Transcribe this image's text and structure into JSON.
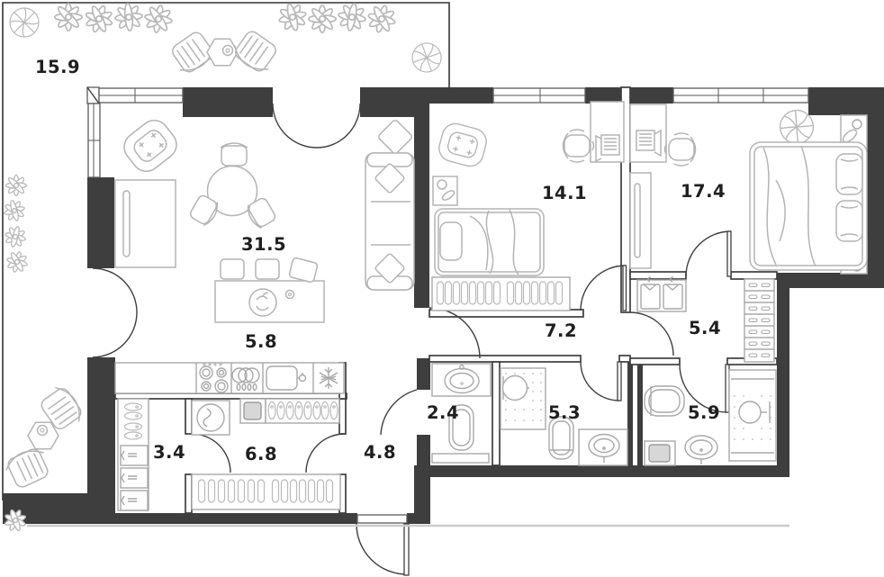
{
  "plan": {
    "type": "apartment-floor-plan",
    "units": "m2",
    "rooms": [
      {
        "id": "terrace",
        "area": "15.9"
      },
      {
        "id": "living-room",
        "area": "31.5"
      },
      {
        "id": "kitchen",
        "area": "5.8"
      },
      {
        "id": "bedroom-1",
        "area": "14.1"
      },
      {
        "id": "bedroom-2",
        "area": "17.4"
      },
      {
        "id": "hallway",
        "area": "7.2"
      },
      {
        "id": "wardrobe",
        "area": "5.4"
      },
      {
        "id": "wc",
        "area": "2.4"
      },
      {
        "id": "bathroom-1",
        "area": "5.3"
      },
      {
        "id": "bathroom-2",
        "area": "5.9"
      },
      {
        "id": "pantry",
        "area": "3.4"
      },
      {
        "id": "closet",
        "area": "6.8"
      },
      {
        "id": "entry-hall",
        "area": "4.8"
      }
    ],
    "colors": {
      "wall": "#3e3e3e",
      "furniture": "#b4b4b4",
      "label": "#1f1f1f",
      "background": "#ffffff"
    }
  }
}
